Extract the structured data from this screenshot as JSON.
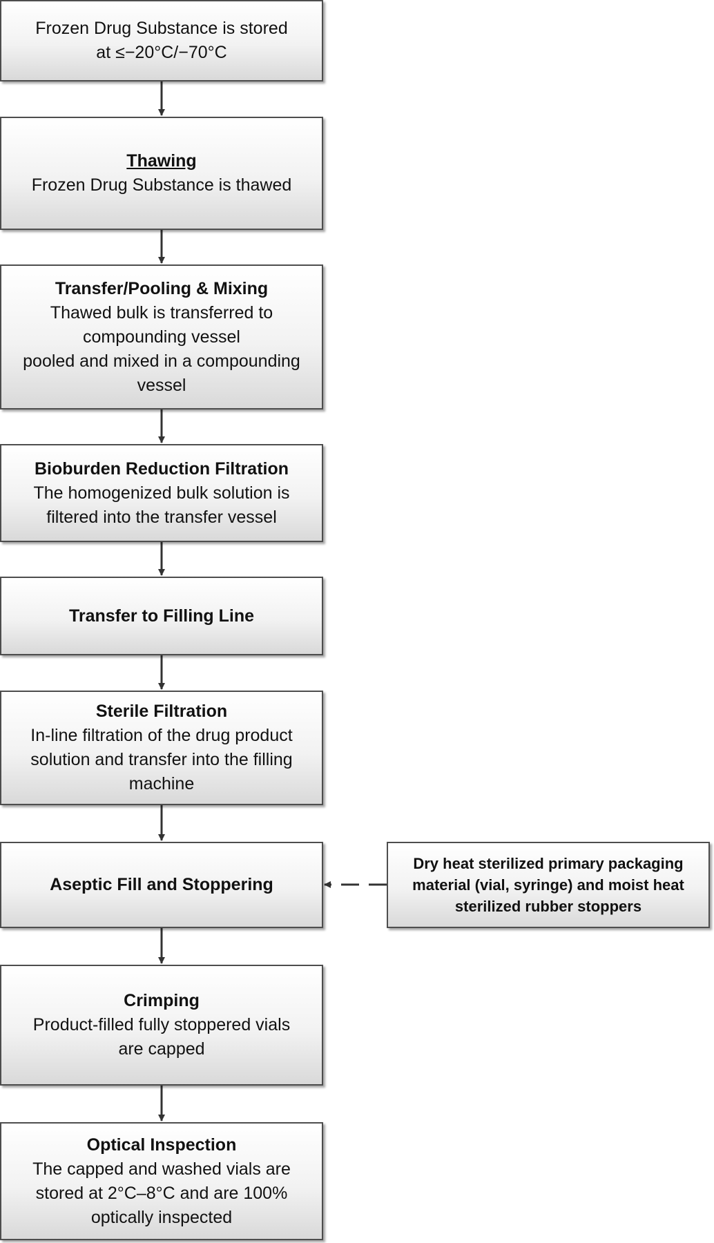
{
  "nodes": {
    "storage": {
      "lines": [
        "Frozen Drug Substance is stored",
        "at ≤−20°C/−70°C"
      ]
    },
    "thawing": {
      "title": "Thawing",
      "lines": [
        "Frozen Drug Substance is thawed"
      ]
    },
    "pooling": {
      "title": "Transfer/Pooling & Mixing",
      "lines": [
        "Thawed bulk is transferred to",
        "compounding vessel",
        "pooled and mixed in a compounding",
        "vessel"
      ]
    },
    "bioburden": {
      "title": "Bioburden Reduction Filtration",
      "lines": [
        "The homogenized bulk solution is",
        "filtered into the transfer vessel"
      ]
    },
    "transfer_filling": {
      "title": "Transfer to Filling Line"
    },
    "sterile": {
      "title": "Sterile Filtration",
      "lines": [
        "In-line filtration of the drug product",
        "solution and transfer into the filling",
        "machine"
      ]
    },
    "aseptic": {
      "title": "Aseptic Fill and Stoppering"
    },
    "packaging": {
      "lines": [
        "Dry heat sterilized primary packaging",
        "material (vial, syringe) and moist heat",
        "sterilized rubber stoppers"
      ]
    },
    "crimping": {
      "title": "Crimping",
      "lines": [
        "Product-filled fully stoppered vials",
        "are capped"
      ]
    },
    "inspection": {
      "title": "Optical Inspection",
      "lines": [
        "The capped and washed vials are",
        "stored at 2°C–8°C and are 100%",
        "optically inspected"
      ]
    }
  },
  "colors": {
    "border": "#4d4d4d",
    "arrow": "#333333"
  }
}
